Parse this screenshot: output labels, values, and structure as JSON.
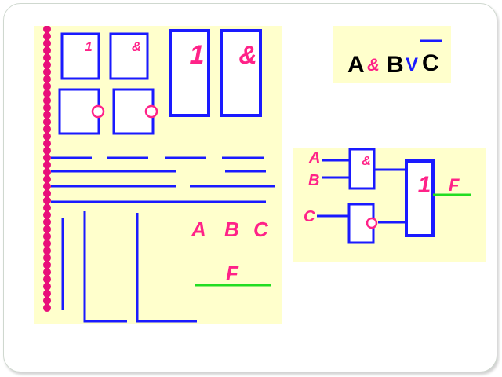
{
  "parts_panel": {
    "gate_or_symbol": "1",
    "gate_and_symbol": "&",
    "variables": [
      "A",
      "B",
      "C"
    ],
    "output_label": "F"
  },
  "formula": {
    "a": "A",
    "and_op": "&",
    "b": "B",
    "or_op": "V",
    "c": "C"
  },
  "circuit": {
    "input_a": "A",
    "input_b": "B",
    "input_c": "C",
    "and_symbol": "&",
    "or_symbol": "1",
    "output_label": "F"
  },
  "colors": {
    "panel_bg": "#ffffcc",
    "wire": "#1a1aff",
    "label": "#ff2288",
    "output_wire": "#22dd22",
    "rail": "#e8107a"
  }
}
